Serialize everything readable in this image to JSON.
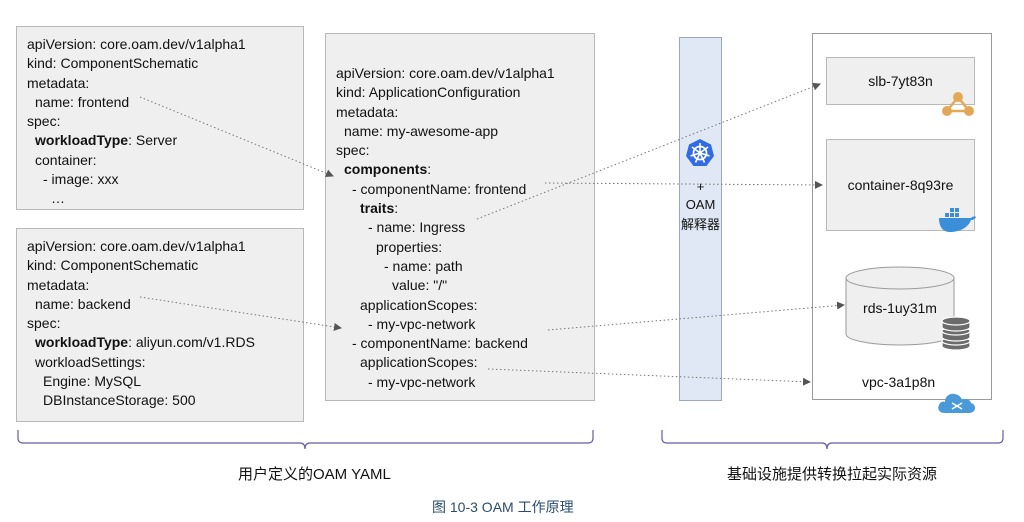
{
  "component_frontend": {
    "lines": [
      {
        "indent": 0,
        "key": "apiVersion:",
        "value": " core.oam.dev/v1alpha1",
        "bold": false
      },
      {
        "indent": 0,
        "key": "kind:",
        "value": " ComponentSchematic",
        "bold": false
      },
      {
        "indent": 0,
        "key": "metadata:",
        "value": "",
        "bold": false
      },
      {
        "indent": 1,
        "key": "name:",
        "value": " frontend",
        "bold": false
      },
      {
        "indent": 0,
        "key": "spec:",
        "value": "",
        "bold": false
      },
      {
        "indent": 1,
        "key": "workloadType",
        "value": ": Server",
        "bold": true
      },
      {
        "indent": 1,
        "key": "container:",
        "value": "",
        "bold": false
      },
      {
        "indent": 2,
        "key": "- image:",
        "value": " xxx",
        "bold": false
      },
      {
        "indent": 3,
        "key": "…",
        "value": "",
        "bold": false
      }
    ]
  },
  "component_backend": {
    "lines": [
      {
        "indent": 0,
        "key": "apiVersion:",
        "value": " core.oam.dev/v1alpha1",
        "bold": false
      },
      {
        "indent": 0,
        "key": "kind:",
        "value": " ComponentSchematic",
        "bold": false
      },
      {
        "indent": 0,
        "key": "metadata:",
        "value": "",
        "bold": false
      },
      {
        "indent": 1,
        "key": "name:",
        "value": " backend",
        "bold": false
      },
      {
        "indent": 0,
        "key": "spec:",
        "value": "",
        "bold": false
      },
      {
        "indent": 1,
        "key": "workloadType",
        "value": ": aliyun.com/v1.RDS",
        "bold": true
      },
      {
        "indent": 1,
        "key": "workloadSettings:",
        "value": "",
        "bold": false
      },
      {
        "indent": 2,
        "key": "Engine:",
        "value": " MySQL",
        "bold": false
      },
      {
        "indent": 2,
        "key": "DBInstanceStorage:",
        "value": " 500",
        "bold": false
      }
    ]
  },
  "app_config": {
    "lines": [
      {
        "indent": 0,
        "key": "apiVersion:",
        "value": " core.oam.dev/v1alpha1",
        "bold": false
      },
      {
        "indent": 0,
        "key": "kind:",
        "value": " ApplicationConfiguration",
        "bold": false
      },
      {
        "indent": 0,
        "key": "metadata:",
        "value": "",
        "bold": false
      },
      {
        "indent": 1,
        "key": "name:",
        "value": " my-awesome-app",
        "bold": false
      },
      {
        "indent": 0,
        "key": "spec:",
        "value": "",
        "bold": false
      },
      {
        "indent": 1,
        "key": "components",
        "value": ":",
        "bold": true
      },
      {
        "indent": 2,
        "key": "- componentName:",
        "value": " frontend",
        "bold": false
      },
      {
        "indent": 3,
        "key": "traits",
        "value": ":",
        "bold": true
      },
      {
        "indent": 4,
        "key": "- name:",
        "value": " Ingress",
        "bold": false
      },
      {
        "indent": 5,
        "key": "properties:",
        "value": "",
        "bold": false
      },
      {
        "indent": 6,
        "key": "- name:",
        "value": " path",
        "bold": false
      },
      {
        "indent": 7,
        "key": "value:",
        "value": " \"/\"",
        "bold": false
      },
      {
        "indent": 3,
        "key": "applicationScopes:",
        "value": "",
        "bold": false
      },
      {
        "indent": 4,
        "key": "- my-vpc-network",
        "value": "",
        "bold": false
      },
      {
        "indent": 2,
        "key": "- componentName:",
        "value": " backend",
        "bold": false
      },
      {
        "indent": 3,
        "key": "applicationScopes:",
        "value": "",
        "bold": false
      },
      {
        "indent": 4,
        "key": "- my-vpc-network",
        "value": "",
        "bold": false
      }
    ]
  },
  "interpreter": {
    "plus": "+",
    "name": "OAM",
    "subtitle": "解释器",
    "icon": "kubernetes-wheel-icon",
    "fill_color": "#dfe8f4",
    "icon_color": "#326ce5"
  },
  "resources": {
    "slb": {
      "label": "slb-7yt83n",
      "icon": "load-balancer-icon",
      "icon_color": "#e3a857"
    },
    "container": {
      "label": "container-8q93re",
      "icon": "docker-whale-icon",
      "icon_color": "#3a8fd8"
    },
    "rds": {
      "label": "rds-1uy31m",
      "icon": "database-stack-icon",
      "icon_color": "#6b6b6b"
    },
    "vpc": {
      "label": "vpc-3a1p8n",
      "icon": "cloud-network-icon",
      "icon_color": "#4a9ad8"
    }
  },
  "labels": {
    "left": "用户定义的OAM YAML",
    "right": "基础设施提供转换拉起实际资源"
  },
  "caption": "图 10-3 OAM 工作原理"
}
